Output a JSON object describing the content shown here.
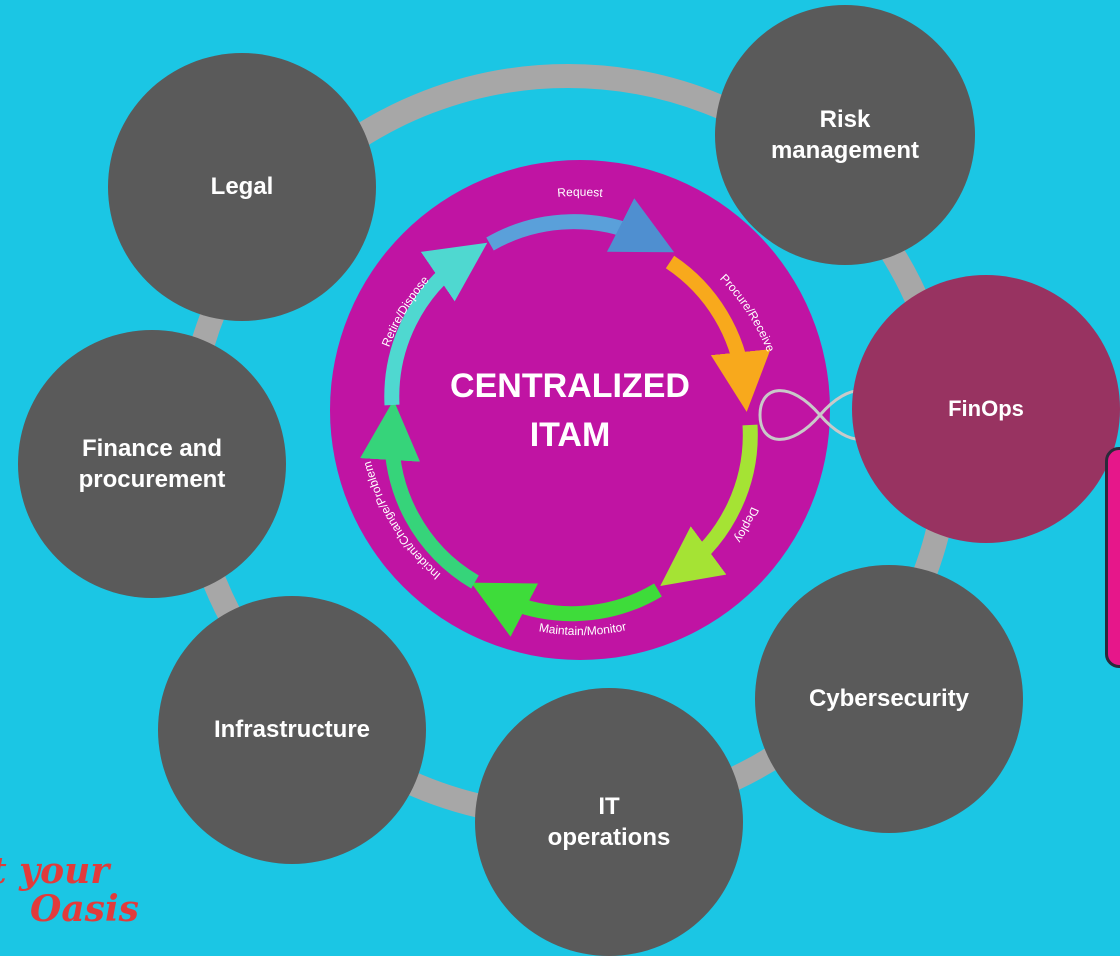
{
  "colors": {
    "background": "#1bc6e4",
    "ring": "#a7a7a7",
    "node": "#5a5a5a",
    "finops": "#983361",
    "hub": "#c014a3",
    "callout": "#e6178a",
    "watermark": "#e23b3b"
  },
  "center": {
    "line1": "CENTRALIZED",
    "line2": "ITAM"
  },
  "lifecycle": [
    {
      "label": "Request",
      "color": "#5aa0da"
    },
    {
      "label": "Procure/Receive",
      "color": "#f8a91c"
    },
    {
      "label": "Deploy",
      "color": "#a5e334"
    },
    {
      "label": "Maintain/Monitor",
      "color": "#3edc3a"
    },
    {
      "label": "Incident/Change/Problem",
      "color": "#36d47a"
    },
    {
      "label": "Retire/Dispose",
      "color": "#4fd8d0"
    }
  ],
  "nodes": {
    "legal": "Legal",
    "risk_line1": "Risk",
    "risk_line2": "management",
    "finops": "FinOps",
    "finance_line1": "Finance and",
    "finance_line2": "procurement",
    "infrastructure": "Infrastructure",
    "it_line1": "IT",
    "it_line2": "operations",
    "cybersecurity": "Cybersecurity"
  },
  "watermark": {
    "line1": "t your",
    "line2": "Oasis"
  }
}
